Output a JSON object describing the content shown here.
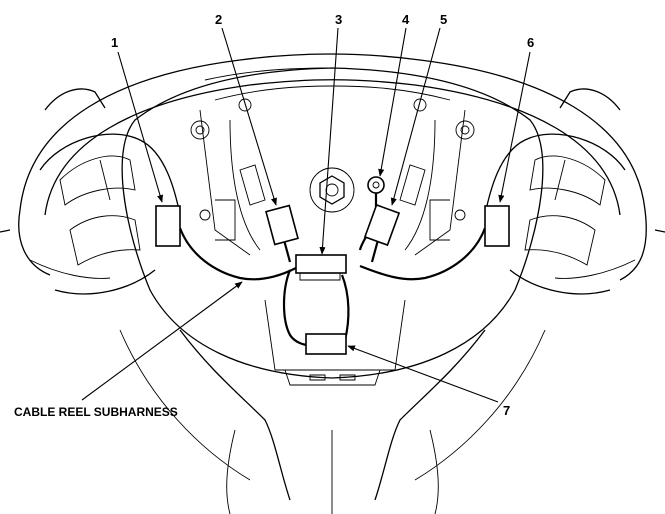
{
  "callouts": [
    {
      "label": "1"
    },
    {
      "label": "2"
    },
    {
      "label": "3"
    },
    {
      "label": "4"
    },
    {
      "label": "5"
    },
    {
      "label": "6"
    },
    {
      "label": "7"
    }
  ],
  "caption": "CABLE REEL SUBHARNESS"
}
